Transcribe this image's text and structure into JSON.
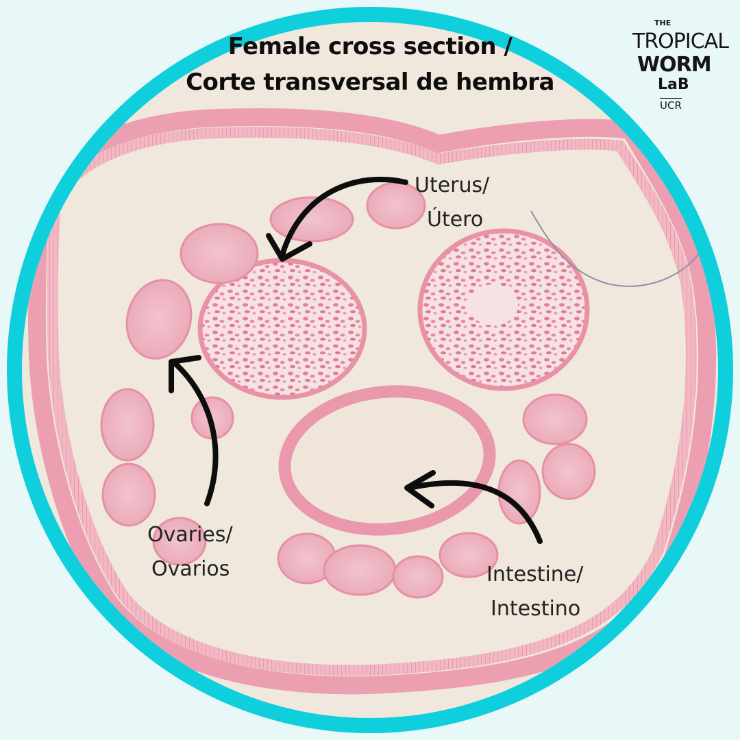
{
  "title": {
    "line1": "Female cross section /",
    "line2": "Corte transversal de hembra"
  },
  "labels": {
    "uterus": [
      "Uterus/",
      "Útero"
    ],
    "ovaries": [
      "Ovaries/",
      "Ovarios"
    ],
    "intestine": [
      "Intestine/",
      "Intestino"
    ]
  },
  "logo": {
    "the": "THE",
    "tropical": "TROPICAL",
    "worm": "WORM",
    "lab": "LaB",
    "ucr": "UCR"
  },
  "colors": {
    "ring": "#0fcfdc",
    "background": "#e8f8f8",
    "tissue_bg": "#f0e8dc",
    "tissue_pink": "#ee9ab0",
    "arrow": "#0d0d0d"
  }
}
